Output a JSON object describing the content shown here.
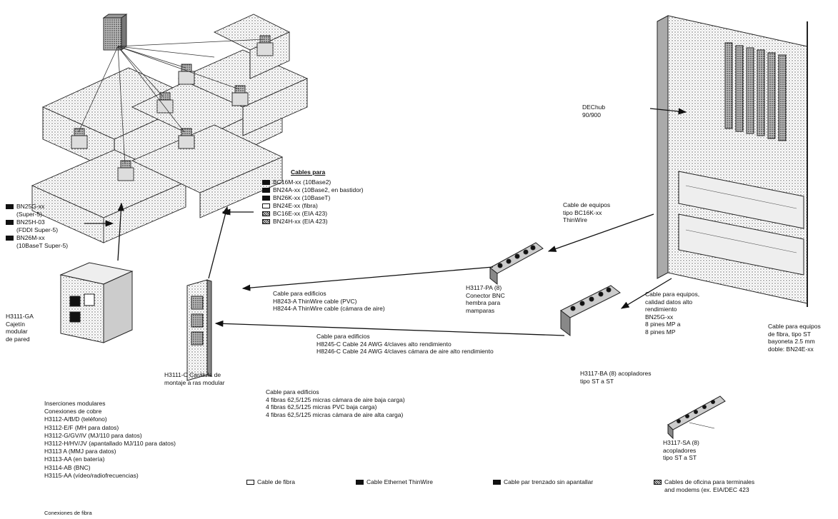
{
  "left_cables": [
    {
      "code": "BN25G-xx",
      "desc": "(Super-5)"
    },
    {
      "code": "BN25H-03",
      "desc": "(FDDI Super-5)"
    },
    {
      "code": "BN26M-xx",
      "desc": "(10BaseT Super-5)"
    }
  ],
  "cajetin": {
    "lines": [
      "H3111-GA",
      "Cajetín",
      "modular",
      "de pared"
    ]
  },
  "cartula": {
    "lines": [
      "H3111-C Carátula de",
      "montaje a ras modular"
    ]
  },
  "cables_para": {
    "title": "Cables para",
    "items": [
      {
        "swatch": "solid",
        "text": "BC16M-xx (10Base2)"
      },
      {
        "swatch": "solid",
        "text": "BN24A-xx (10Base2, en bastidor)"
      },
      {
        "swatch": "solid",
        "text": "BN26K-xx (10BaseT)"
      },
      {
        "swatch": "open",
        "text": "BN24E-xx (fibra)"
      },
      {
        "swatch": "hatch",
        "text": "BC16E-xx (EIA 423)"
      },
      {
        "swatch": "hatch",
        "text": "BN24H-xx (EIA 423)"
      }
    ]
  },
  "dechub": {
    "lines": [
      "DEChub",
      "90/900"
    ]
  },
  "cable_equipos_thin": {
    "lines": [
      "Cable de equipos",
      "tipo BC16K-xx",
      "ThinWire"
    ]
  },
  "h3117pa": {
    "lines": [
      "H3117-PA (8)",
      "Conector BNC",
      "hembra para",
      "mamparas"
    ]
  },
  "edificios_thin": {
    "lines": [
      "Cable para edificios",
      "H8243-A ThinWire cable (PVC)",
      "H8244-A ThinWire cable (cámara de aire)"
    ]
  },
  "edificios_24awg": {
    "lines": [
      "Cable para edificios",
      "H8245-C Cable 24 AWG 4/claves alto rendimiento",
      "H8246-C Cable 24 AWG 4/claves cámara de aire alto rendimiento"
    ]
  },
  "equipos_rend": {
    "lines": [
      "Cable para equipos,",
      "calidad datos alto",
      "rendimiento",
      "BN25G-xx",
      "8 pines MP a",
      "8 pines MP"
    ]
  },
  "equipos_fibra": {
    "lines": [
      "Cable para equipos",
      "de fibra, tipo ST",
      "bayoneta 2.5 mm",
      "doble: BN24E-xx"
    ]
  },
  "h3117ba": {
    "lines": [
      "H3117-BA (8) acopladores",
      "tipo ST a ST"
    ]
  },
  "fibra_edificios": {
    "lines": [
      "Cable para edificios",
      "4 fibras 62,5/125 micras cámara de aire baja carga)",
      "4 fibras 62,5/125 micras PVC baja carga)",
      "4 fibras 62,5/125 micras cámara de aire alta carga)"
    ]
  },
  "h3117sa": {
    "lines": [
      "H3117-SA (8)",
      "acopladores",
      "tipo ST a ST"
    ]
  },
  "inserciones": {
    "title": "Inserciones modulares",
    "lines": [
      "Conexiones de cobre",
      "H3112-A/B/D (teléfono)",
      "H3112-E/F (MH para datos)",
      "H3112-G/GV/IV (MJ/110 para datos)",
      "H3112-H/HV/JV (apantallado MJ/110 para datos)",
      "H3113 A (MMJ para datos)",
      "H3113-AA (en batería)",
      "H3114-AB (BNC)",
      "H3115-AA (vídeo/radiofrecuencias)"
    ],
    "footer": "Conexiones de fibra"
  },
  "legend": [
    {
      "swatch": "open",
      "label": "Cable de fibra"
    },
    {
      "swatch": "solid",
      "label": "Cable Ethernet ThinWire"
    },
    {
      "swatch": "solid",
      "label": "Cable par trenzado sin apantallar"
    },
    {
      "swatch": "hatch",
      "label": "Cables de oficina para terminales",
      "label2": "and modems (ex. EIA/DEC 423"
    }
  ]
}
